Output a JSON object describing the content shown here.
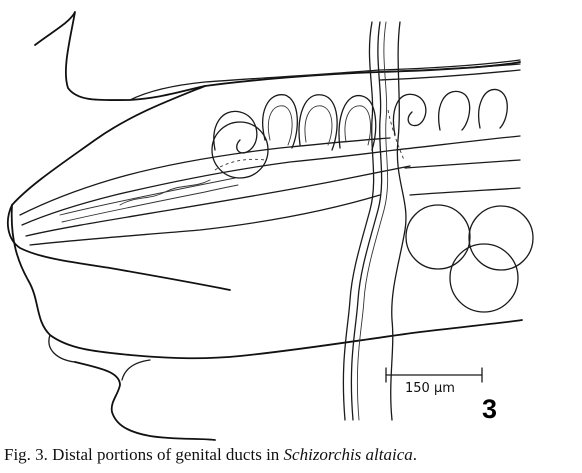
{
  "figure": {
    "scale_bar_label": "150 μm",
    "figure_number": "3"
  },
  "caption": {
    "prefix": "Fig. 3. Distal portions of genital ducts in ",
    "species": "Schizorchis altaica",
    "suffix": "."
  }
}
